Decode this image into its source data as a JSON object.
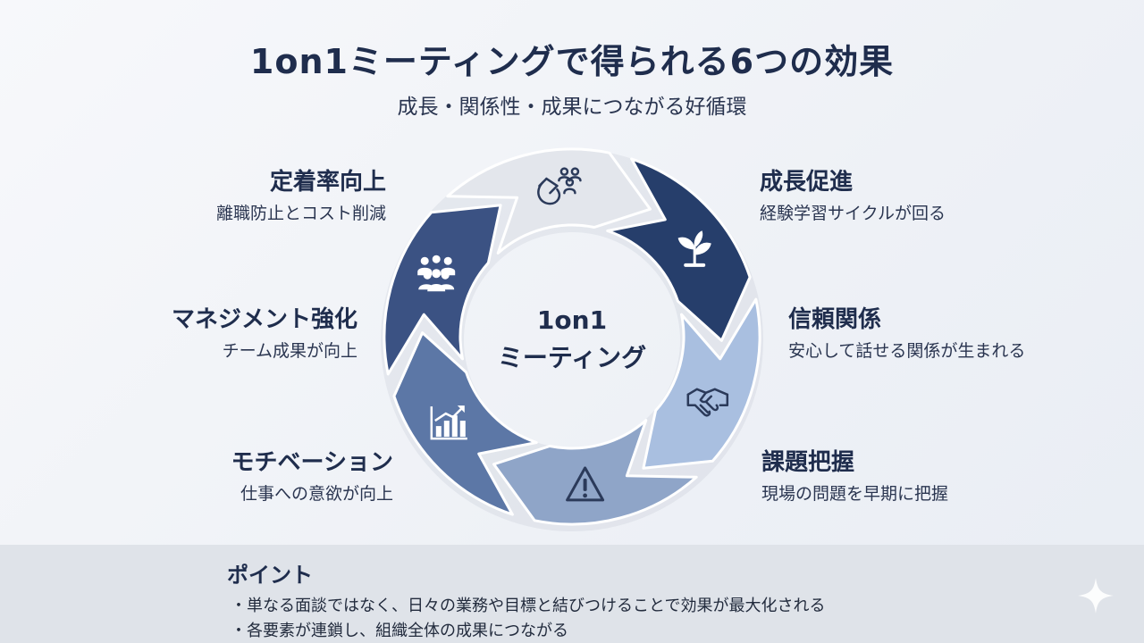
{
  "title": "1on1ミーティングで得られる6つの効果",
  "subtitle": "成長・関係性・成果につながる好循環",
  "center": {
    "line1": "1on1",
    "line2": "ミーティング"
  },
  "segments": [
    {
      "id": "growth",
      "title": "成長促進",
      "desc": "経験学習サイクルが回る",
      "icon": "sprout-icon",
      "color": "#263e6b"
    },
    {
      "id": "trust",
      "title": "信頼関係",
      "desc": "安心して話せる関係が生まれる",
      "icon": "handshake-icon",
      "color": "#a9bfe0"
    },
    {
      "id": "issues",
      "title": "課題把握",
      "desc": "現場の問題を早期に把握",
      "icon": "warning-icon",
      "color": "#8fa5c8"
    },
    {
      "id": "motivation",
      "title": "モチベーション",
      "desc": "仕事への意欲が向上",
      "icon": "growth-chart-icon",
      "color": "#5c77a6"
    },
    {
      "id": "management",
      "title": "マネジメント強化",
      "desc": "チーム成果が向上",
      "icon": "team-icon",
      "color": "#3b5283"
    },
    {
      "id": "retention",
      "title": "定着率向上",
      "desc": "離職防止とコスト削減",
      "icon": "magnet-people-icon",
      "color": "#e3e6ec"
    }
  ],
  "footer": {
    "title": "ポイント",
    "bullets": [
      "・単なる面談ではなく、日々の業務や目標と結びつけることで効果が最大化される",
      "・各要素が連鎖し、組織全体の成果につながる"
    ]
  }
}
